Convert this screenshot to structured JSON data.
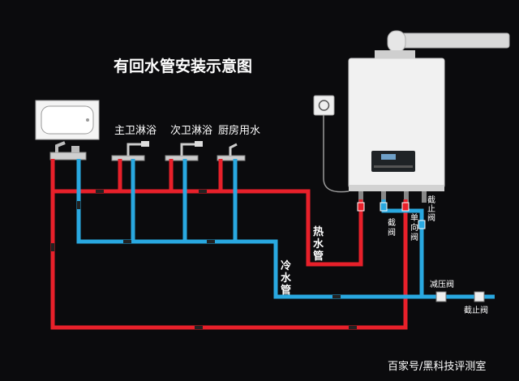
{
  "title": "有回水管安装示意图",
  "fixtures": {
    "main_shower": "主卫淋浴",
    "second_shower": "次卫淋浴",
    "kitchen": "厨房用水"
  },
  "pipes": {
    "hot_water": [
      "热",
      "水",
      "管"
    ],
    "cold_water": [
      "冷",
      "水",
      "管"
    ]
  },
  "valves": {
    "stop_valve_a": [
      "截",
      "止",
      "阀"
    ],
    "valve_small_1": [
      "截",
      "阀"
    ],
    "valve_small_2": [
      "单",
      "向",
      "阀"
    ],
    "pressure_reducer": "减压阀",
    "stop_valve_b": "截止阀"
  },
  "watermark": "百家号/黑科技评测室",
  "colors": {
    "hot": "#e8202a",
    "cold": "#29a8e0",
    "background": "#0b0b0d"
  }
}
